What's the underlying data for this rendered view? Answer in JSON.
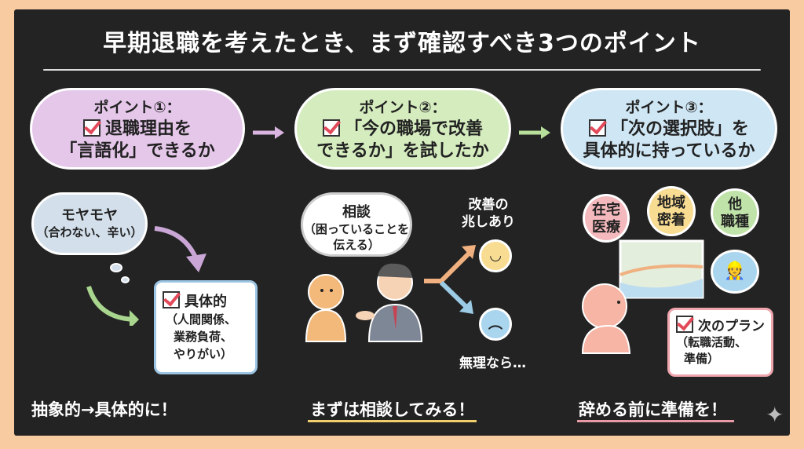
{
  "title": "早期退職を考えたとき、まず確認すべき3つのポイント",
  "points": [
    {
      "heading": "ポイント①：",
      "line1": "退職理由を",
      "line2": "「言語化」できるか",
      "color": "#e5c7ea"
    },
    {
      "heading": "ポイント②：",
      "line1": "「今の職場で改善",
      "line2": "できるか」を試したか",
      "color": "#d5ecbf"
    },
    {
      "heading": "ポイント③：",
      "line1": "「次の選択肢」を",
      "line2": "具体的に持っているか",
      "color": "#cfe6f4"
    }
  ],
  "left": {
    "cloud_title": "モヤモヤ",
    "cloud_sub": "（合わない、辛い）",
    "box_title": "具体的",
    "box_lines": [
      "（人間関係、",
      "業務負荷、",
      "やりがい）"
    ],
    "footer": "抽象的→具体的に！"
  },
  "middle": {
    "bubble_title": "相談",
    "bubble_lines": [
      "（困っていることを",
      "伝える）"
    ],
    "good": [
      "改善の",
      "兆しあり"
    ],
    "bad": "無理なら…",
    "footer": "まずは相談してみる！"
  },
  "right": {
    "tags": [
      {
        "l1": "在宅",
        "l2": "医療",
        "color": "#f4b9bd"
      },
      {
        "l1": "地域",
        "l2": "密着",
        "color": "#f8dc92"
      },
      {
        "l1": "他",
        "l2": "職種",
        "color": "#bfe3a8"
      }
    ],
    "plan_title": "次のプラン",
    "plan_lines": [
      "（転職活動、",
      "準備）"
    ],
    "footer": "辞める前に準備を！"
  }
}
